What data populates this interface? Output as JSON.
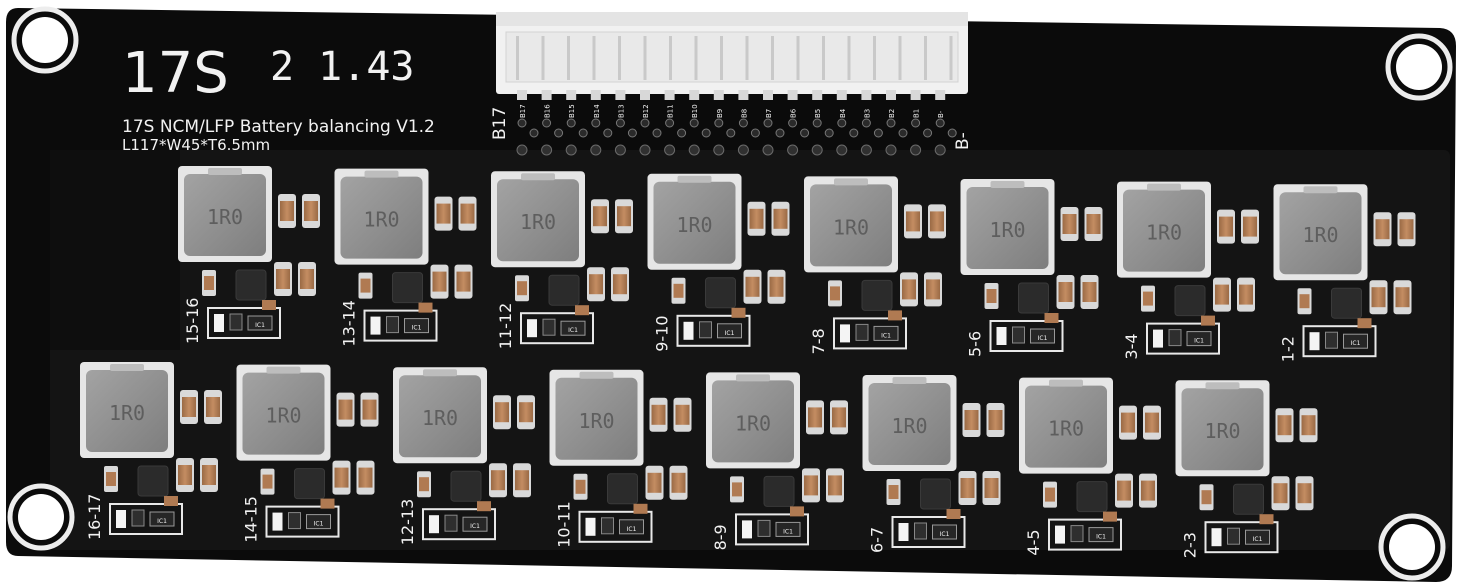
{
  "board": {
    "series_label": "17S",
    "version_code": "2 1.43",
    "description": "17S NCM/LFP Battery balancing V1.2",
    "dimensions": "L117*W45*T6.5mm",
    "connector_left_label": "B17",
    "connector_right_label": "B-",
    "pin_labels": [
      "B17",
      "B16",
      "B15",
      "B14",
      "B13",
      "B12",
      "B11",
      "B10",
      "B9",
      "B8",
      "B7",
      "B6",
      "B5",
      "B4",
      "B3",
      "B2",
      "B1",
      "B-"
    ],
    "inductor_marking": "1R0",
    "ic_marking": "IC1",
    "top_row_labels": [
      "15-16",
      "13-14",
      "11-12",
      "9-10",
      "7-8",
      "5-6",
      "3-4",
      "1-2"
    ],
    "bottom_row_labels": [
      "16-17",
      "14-15",
      "12-13",
      "10-11",
      "8-9",
      "6-7",
      "4-5",
      "2-3"
    ],
    "colors": {
      "pcb": "#0b0b0b",
      "silkscreen": "#f2f2f2",
      "inductor": "#8f8f8f",
      "inductor_frame": "#c9c9c9",
      "capacitor": "#b07a52",
      "connector": "#f1f1f1",
      "background": "#ffffff"
    }
  }
}
